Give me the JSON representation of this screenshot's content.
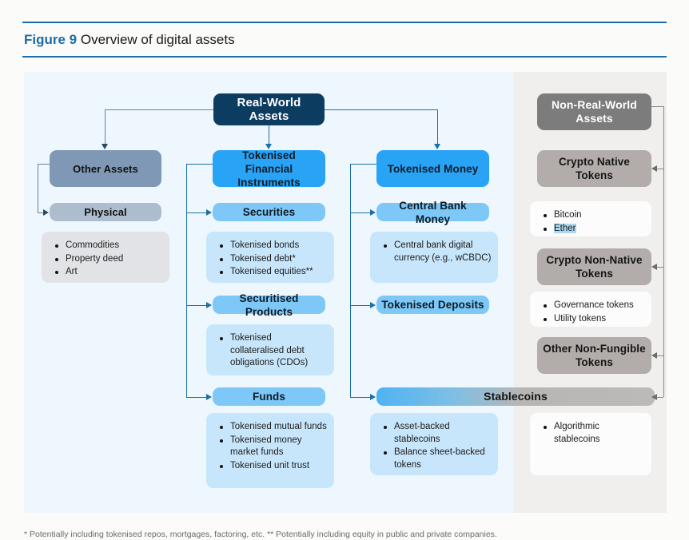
{
  "figure": {
    "number_label": "Figure 9",
    "title": "Overview of digital assets",
    "accent_color": "#1c6ca6"
  },
  "panels": {
    "left": {
      "name": "real-world-assets-panel",
      "background": "#eef7fd"
    },
    "right": {
      "name": "non-real-world-assets-panel",
      "background": "#f0efee"
    }
  },
  "root_nodes": {
    "real_world": "Real-World Assets",
    "non_real_world": "Non-Real-World Assets"
  },
  "columns": [
    {
      "id": "other-assets",
      "header": "Other Assets",
      "header_color": "#7e98b5",
      "subsections": [
        {
          "label": "Physical",
          "label_color": "#adbdcd",
          "items": [
            "Commodities",
            "Property deed",
            "Art"
          ]
        }
      ]
    },
    {
      "id": "tokenised-financial-instruments",
      "header": "Tokenised Financial Instruments",
      "header_color": "#29a3f5",
      "subsections": [
        {
          "label": "Securities",
          "label_color": "#7ec8f7",
          "items": [
            "Tokenised bonds",
            "Tokenised debt*",
            "Tokenised equities**"
          ]
        },
        {
          "label": "Securitised Products",
          "label_color": "#7ec8f7",
          "items": [
            "Tokenised collateralised debt obligations (CDOs)"
          ]
        },
        {
          "label": "Funds",
          "label_color": "#7ec8f7",
          "items": [
            "Tokenised mutual funds",
            "Tokenised money market funds",
            "Tokenised unit trust"
          ]
        }
      ]
    },
    {
      "id": "tokenised-money",
      "header": "Tokenised Money",
      "header_color": "#29a3f5",
      "subsections": [
        {
          "label": "Central Bank Money",
          "label_color": "#7ec8f7",
          "items": [
            "Central bank digital currency (e.g., wCBDC)"
          ]
        },
        {
          "label": "Tokenised Deposits",
          "label_color": "#7ec8f7",
          "items": []
        }
      ]
    }
  ],
  "right_column": {
    "nodes": [
      {
        "label": "Crypto Native Tokens",
        "items": [
          "Bitcoin",
          "Ether"
        ],
        "highlighted_item": "Ether"
      },
      {
        "label": "Crypto Non-Native Tokens",
        "items": [
          "Governance tokens",
          "Utility tokens"
        ]
      },
      {
        "label": "Other Non-Fungible Tokens",
        "items": []
      }
    ]
  },
  "stablecoins": {
    "label": "Stablecoins",
    "left_items": [
      "Asset-backed stablecoins",
      "Balance sheet-backed tokens"
    ],
    "right_items": [
      "Algorithmic stablecoins"
    ]
  },
  "footnote": "* Potentially including tokenised repos, mortgages, factoring, etc. ** Potentially including equity in public and private companies."
}
